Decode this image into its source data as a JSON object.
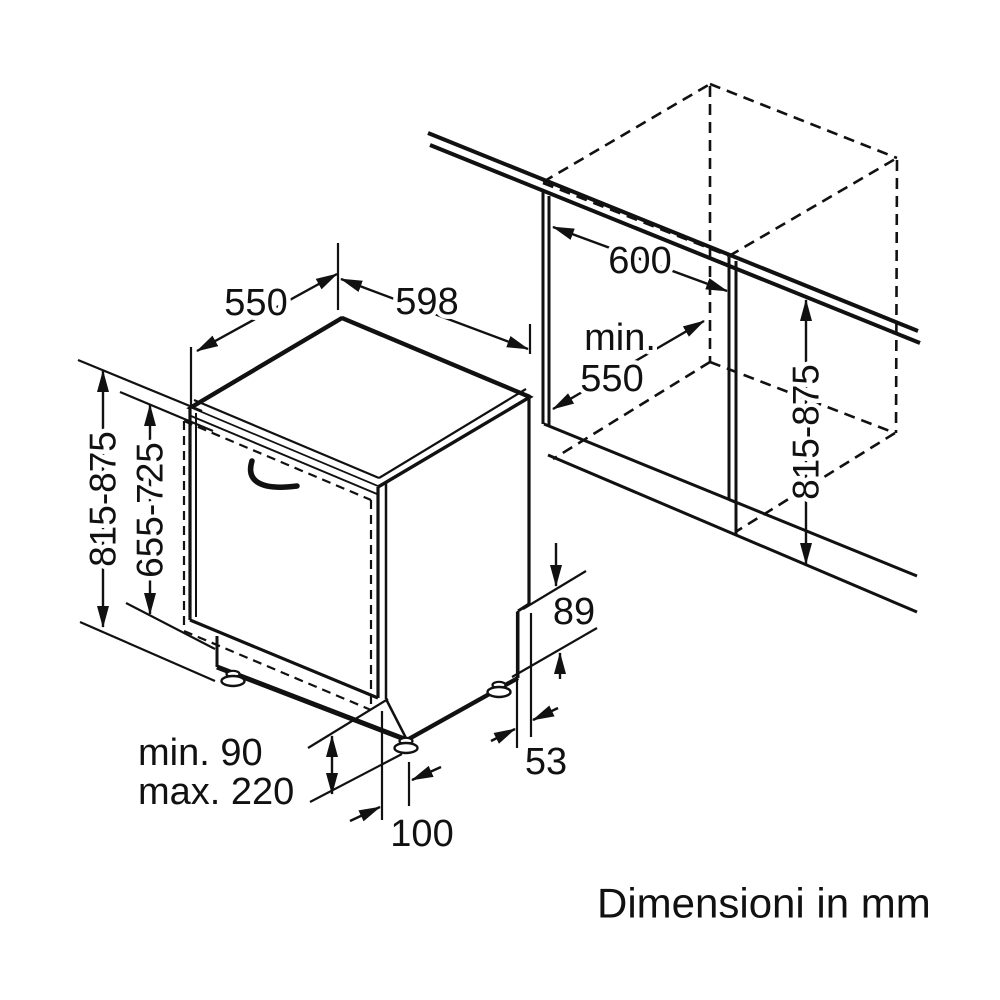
{
  "diagram": {
    "caption": "Dimensioni in mm",
    "dims": {
      "top_depth": "550",
      "top_width": "598",
      "niche_width": "600",
      "niche_depth_prefix": "min.",
      "niche_depth_value": "550",
      "appliance_height": "815-875",
      "door_panel_height": "655-725",
      "niche_height": "815-875",
      "rear_foot_height": "89",
      "rear_foot_offset": "53",
      "plinth_depth": "100",
      "plinth_height_min": "min. 90",
      "plinth_height_max": "max. 220"
    }
  }
}
